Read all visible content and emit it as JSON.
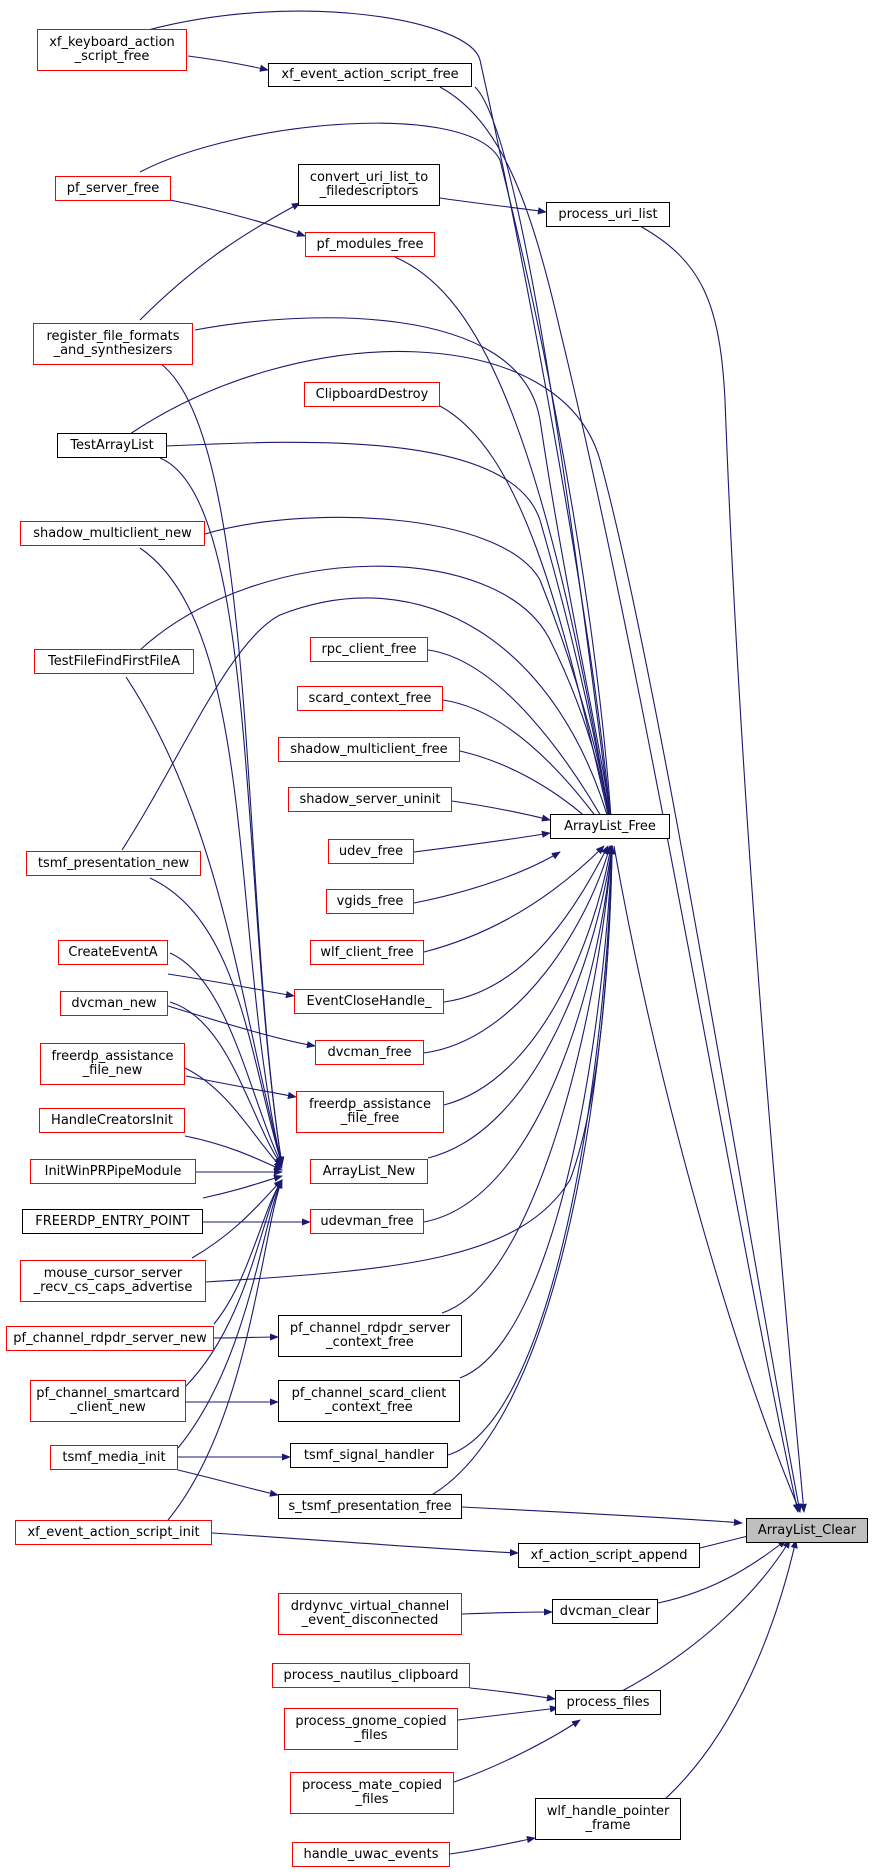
{
  "colors": {
    "edge": "#191970",
    "border_default": "#000000",
    "border_truncated": "#ff0000",
    "focus_fill": "#bfbfbf"
  },
  "nodes": {
    "xf_keyboard_action_script_free": "xf_keyboard_action\n_script_free",
    "xf_event_action_script_free": "xf_event_action_script_free",
    "pf_server_free": "pf_server_free",
    "convert_uri_list_to_filedescriptors": "convert_uri_list_to\n_filedescriptors",
    "process_uri_list": "process_uri_list",
    "pf_modules_free": "pf_modules_free",
    "register_file_formats_and_synthesizers": "register_file_formats\n_and_synthesizers",
    "ClipboardDestroy": "ClipboardDestroy",
    "TestArrayList": "TestArrayList",
    "shadow_multiclient_new": "shadow_multiclient_new",
    "TestFileFindFirstFileA": "TestFileFindFirstFileA",
    "rpc_client_free": "rpc_client_free",
    "scard_context_free": "scard_context_free",
    "shadow_multiclient_free": "shadow_multiclient_free",
    "shadow_server_uninit": "shadow_server_uninit",
    "ArrayList_Free": "ArrayList_Free",
    "udev_free": "udev_free",
    "tsmf_presentation_new": "tsmf_presentation_new",
    "vgids_free": "vgids_free",
    "CreateEventA": "CreateEventA",
    "wlf_client_free": "wlf_client_free",
    "EventCloseHandle_": "EventCloseHandle_",
    "dvcman_new": "dvcman_new",
    "dvcman_free": "dvcman_free",
    "freerdp_assistance_file_new": "freerdp_assistance\n_file_new",
    "freerdp_assistance_file_free": "freerdp_assistance\n_file_free",
    "HandleCreatorsInit": "HandleCreatorsInit",
    "InitWinPRPipeModule": "InitWinPRPipeModule",
    "ArrayList_New": "ArrayList_New",
    "FREERDP_ENTRY_POINT": "FREERDP_ENTRY_POINT",
    "udevman_free": "udevman_free",
    "mouse_cursor_server_recv_cs_caps_advertise": "mouse_cursor_server\n_recv_cs_caps_advertise",
    "pf_channel_rdpdr_server_new": "pf_channel_rdpdr_server_new",
    "pf_channel_rdpdr_server_context_free": "pf_channel_rdpdr_server\n_context_free",
    "pf_channel_smartcard_client_new": "pf_channel_smartcard\n_client_new",
    "pf_channel_scard_client_context_free": "pf_channel_scard_client\n_context_free",
    "tsmf_media_init": "tsmf_media_init",
    "tsmf_signal_handler": "tsmf_signal_handler",
    "s_tsmf_presentation_free": "s_tsmf_presentation_free",
    "ArrayList_Clear": "ArrayList_Clear",
    "xf_event_action_script_init": "xf_event_action_script_init",
    "xf_action_script_append": "xf_action_script_append",
    "drdynvc_virtual_channel_event_disconnected": "drdynvc_virtual_channel\n_event_disconnected",
    "dvcman_clear": "dvcman_clear",
    "process_nautilus_clipboard": "process_nautilus_clipboard",
    "process_files": "process_files",
    "process_gnome_copied_files": "process_gnome_copied\n_files",
    "process_mate_copied_files": "process_mate_copied\n_files",
    "wlf_handle_pointer_frame": "wlf_handle_pointer\n_frame",
    "handle_uwac_events": "handle_uwac_events"
  }
}
